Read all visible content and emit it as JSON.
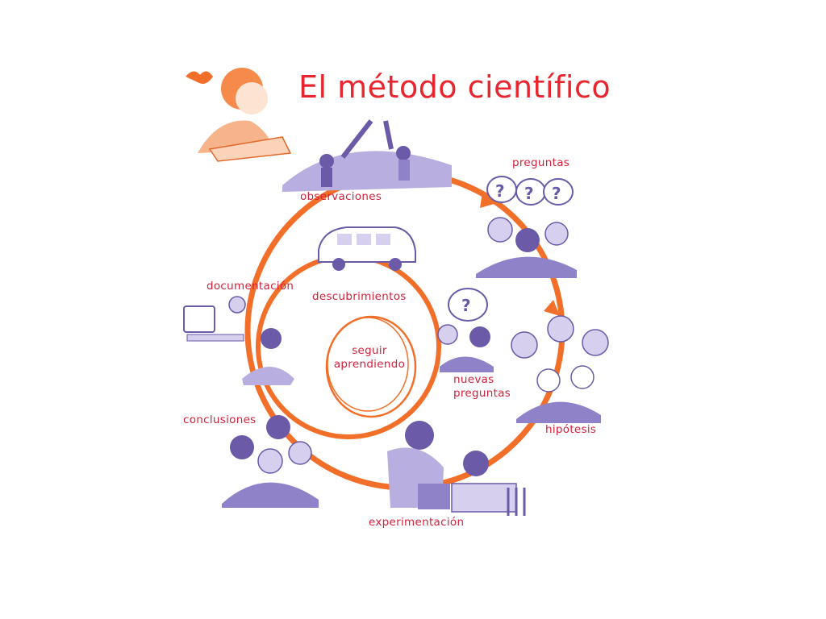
{
  "title": "El método científico",
  "colors": {
    "cycle_orange": "#f26f2a",
    "label_red": "#d3213a",
    "title_red": "#e8262f",
    "figure_purple": "#6a5aa8",
    "figure_light": "#c9c0e6"
  },
  "steps": {
    "observaciones": "observaciones",
    "preguntas": "preguntas",
    "hipotesis": "hipótesis",
    "experimentacion": "experimentación",
    "conclusiones": "conclusiones",
    "documentacion": "documentación",
    "descubrimientos": "descubrimientos",
    "nuevas_preguntas_1": "nuevas",
    "nuevas_preguntas_2": "preguntas",
    "center_1": "seguir",
    "center_2": "aprendiendo"
  },
  "icons": {
    "question": "?"
  }
}
